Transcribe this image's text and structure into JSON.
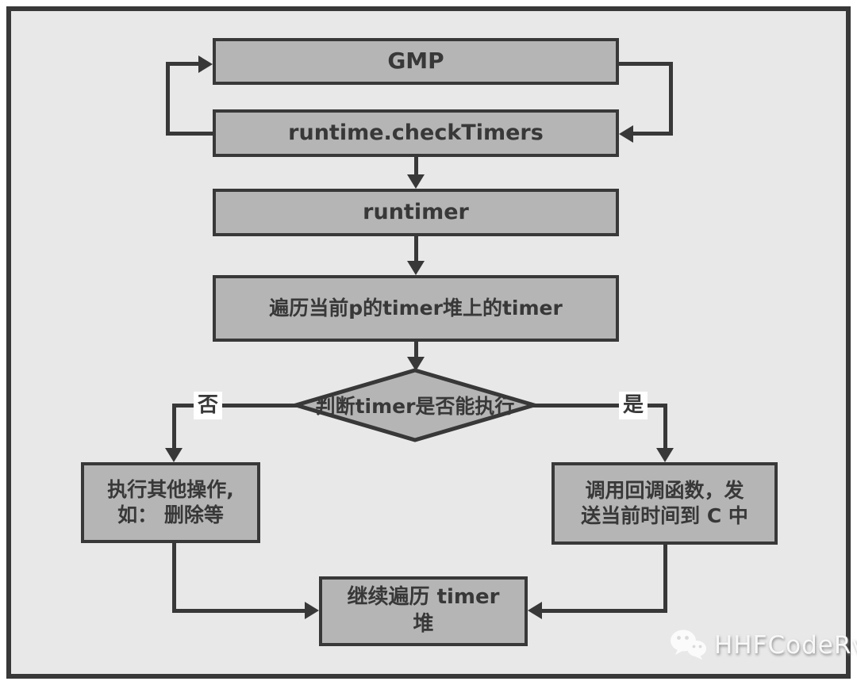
{
  "nodes": {
    "gmp": "GMP",
    "check_timers": "runtime.checkTimers",
    "runtimer": "runtimer",
    "traverse": "遍历当前p的timer堆上的timer",
    "decision": "判断timer是否能执行",
    "no_action": "执行其他操作,\n如： 删除等",
    "yes_action": "调用回调函数，发\n送当前时间到 C 中",
    "continue_traverse": "继续遍历 timer\n堆"
  },
  "edge_labels": {
    "no": "否",
    "yes": "是"
  },
  "watermark": {
    "brand": "HHFCodeRv",
    "icon": "wechat-icon"
  },
  "colors": {
    "canvas_background": "#e8e8e8",
    "node_fill": "#b5b5b5",
    "stroke": "#383838",
    "edge_label_background": "#ffffff",
    "watermark_text": "#f8f8f8"
  }
}
